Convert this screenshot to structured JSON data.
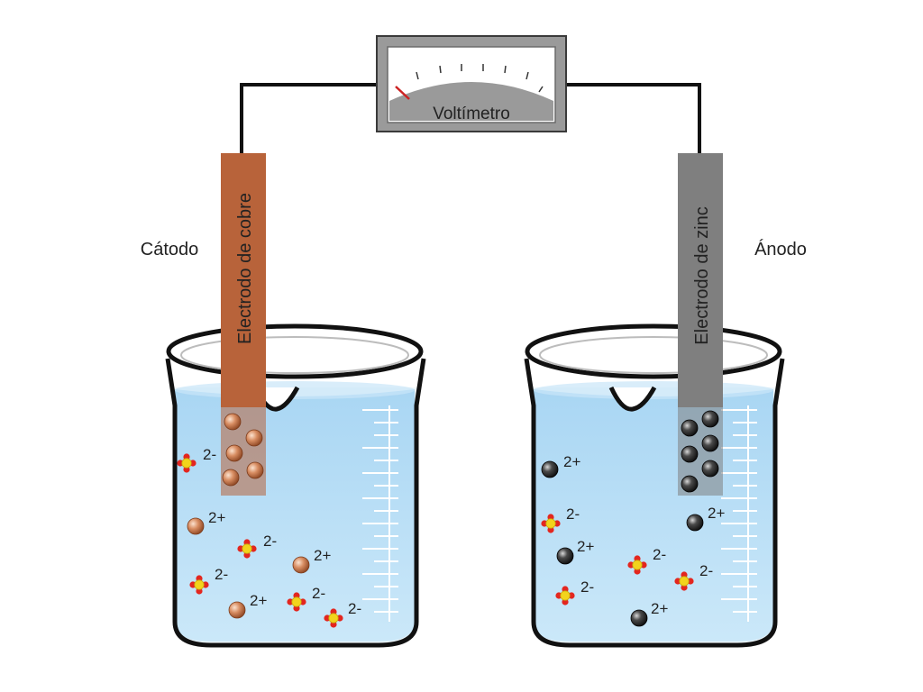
{
  "voltmeter": {
    "label": "Voltímetro"
  },
  "left_cell": {
    "side_label": "Cátodo",
    "electrode_label": "Electrodo de cobre",
    "cation_charge": "2+",
    "anion_charge": "2-"
  },
  "right_cell": {
    "side_label": "Ánodo",
    "electrode_label": "Electrodo de zinc",
    "cation_charge": "2+",
    "anion_charge": "2-"
  },
  "colors": {
    "copper": "#b8633a",
    "zinc": "#7f7f7f",
    "solution": "#bfe0f5",
    "wire": "#111111",
    "meter_body": "#9a9a9a",
    "needle": "#cc2222"
  }
}
